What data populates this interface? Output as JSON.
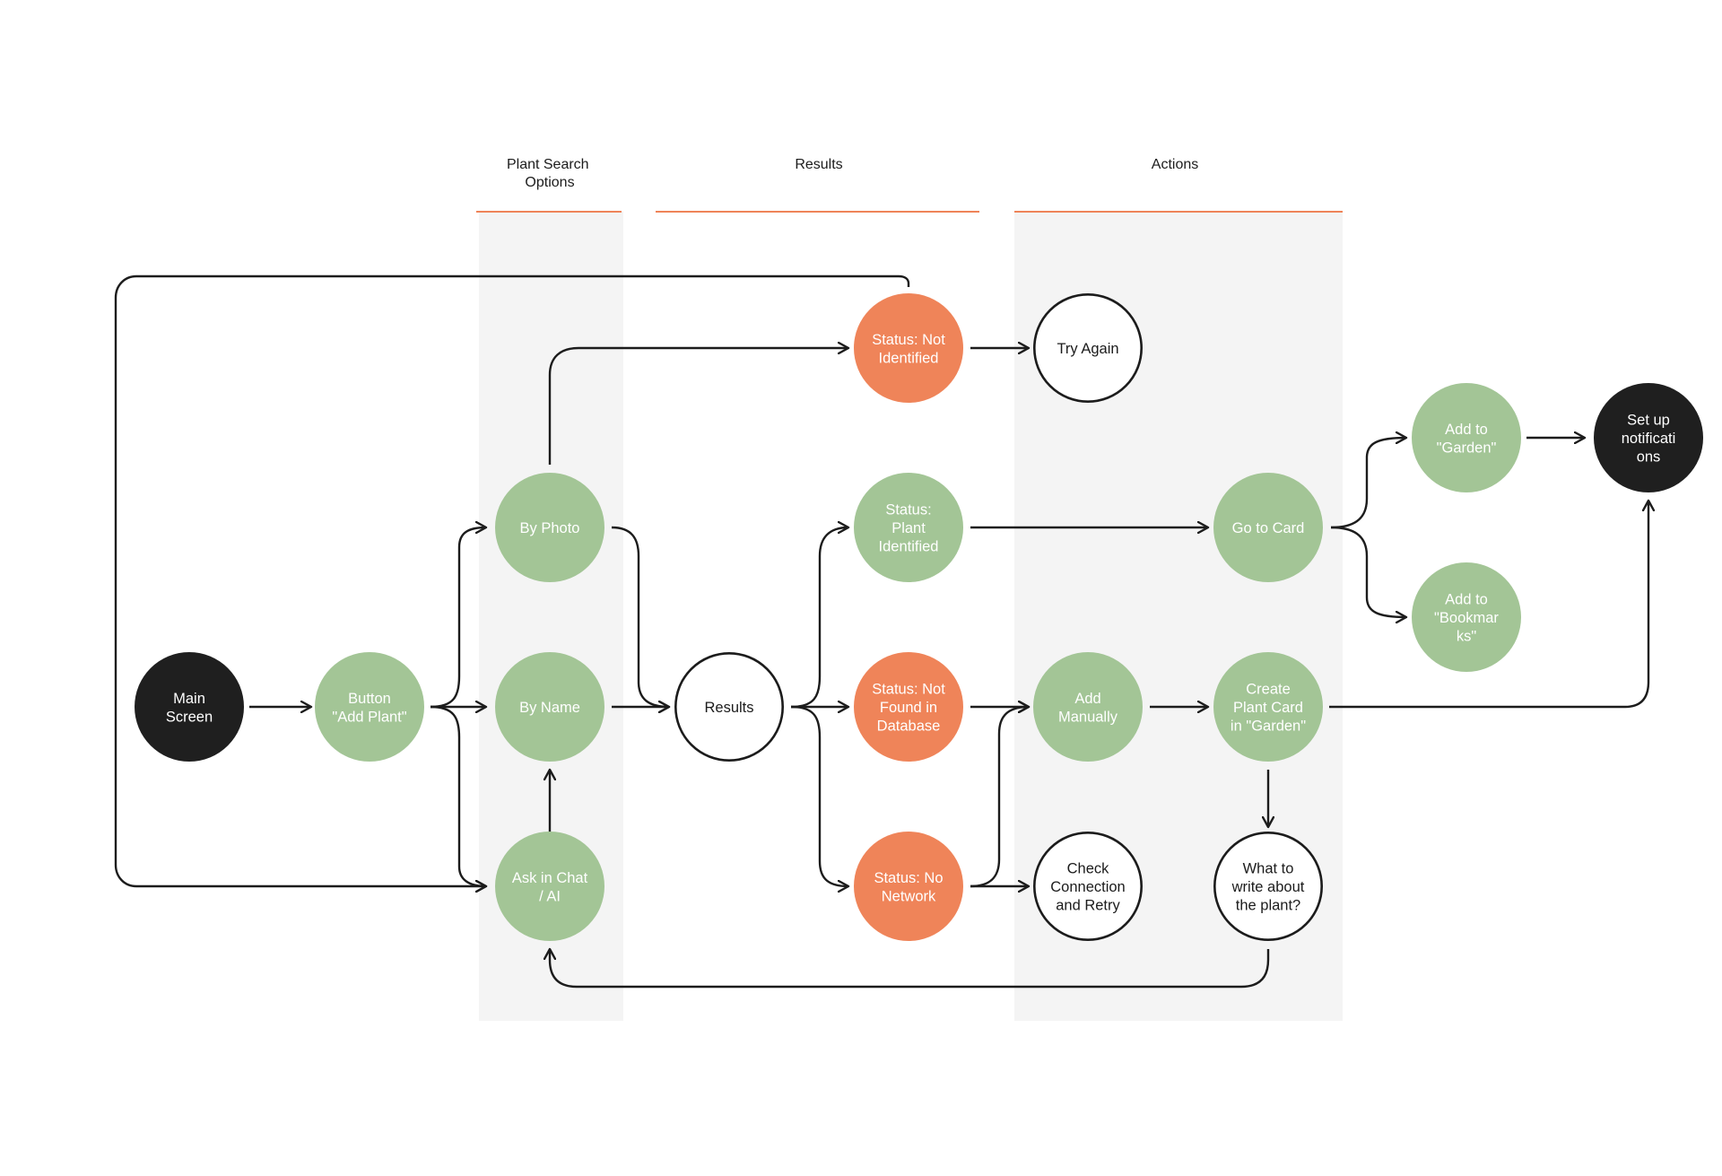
{
  "headers": {
    "search_options": [
      "Plant Search",
      "Options"
    ],
    "results": [
      "Results"
    ],
    "actions": [
      "Actions"
    ]
  },
  "colors": {
    "green": "#a3c596",
    "orange": "#ef8459",
    "dark": "#1f1f1f",
    "white": "#ffffff",
    "line": "#1c1c1c",
    "column_bg": "#f4f4f4",
    "rule": "#ef8459"
  },
  "nodes": {
    "main_screen": {
      "label": [
        "Main",
        "Screen"
      ],
      "style": "dark"
    },
    "add_plant_button": {
      "label": [
        "Button",
        "\"Add Plant\""
      ],
      "style": "green"
    },
    "by_photo": {
      "label": [
        "By Photo"
      ],
      "style": "green"
    },
    "by_name": {
      "label": [
        "By Name"
      ],
      "style": "green"
    },
    "ask_in_chat": {
      "label": [
        "Ask in Chat",
        "/ AI"
      ],
      "style": "green"
    },
    "results": {
      "label": [
        "Results"
      ],
      "style": "outline"
    },
    "status_not_identified": {
      "label": [
        "Status: Not",
        "Identified"
      ],
      "style": "orange"
    },
    "status_plant_identified": {
      "label": [
        "Status:",
        "Plant",
        "Identified"
      ],
      "style": "green"
    },
    "status_not_found": {
      "label": [
        "Status: Not",
        "Found in",
        "Database"
      ],
      "style": "orange"
    },
    "status_no_network": {
      "label": [
        "Status: No",
        "Network"
      ],
      "style": "orange"
    },
    "try_again": {
      "label": [
        "Try Again"
      ],
      "style": "outline"
    },
    "add_manually": {
      "label": [
        "Add",
        "Manually"
      ],
      "style": "green"
    },
    "check_connection": {
      "label": [
        "Check",
        "Connection",
        "and Retry"
      ],
      "style": "outline"
    },
    "go_to_card": {
      "label": [
        "Go to Card"
      ],
      "style": "green"
    },
    "create_plant_card": {
      "label": [
        "Create",
        "Plant Card",
        "in \"Garden\""
      ],
      "style": "green"
    },
    "what_to_write": {
      "label": [
        "What to",
        "write about",
        "the plant?"
      ],
      "style": "outline"
    },
    "add_to_garden": {
      "label": [
        "Add to",
        "\"Garden\""
      ],
      "style": "green"
    },
    "add_to_bookmarks": {
      "label": [
        "Add to",
        "\"Bookmar",
        "ks\""
      ],
      "style": "green"
    },
    "set_up_notifications": {
      "label": [
        "Set up",
        "notificati",
        "ons"
      ],
      "style": "dark"
    }
  }
}
